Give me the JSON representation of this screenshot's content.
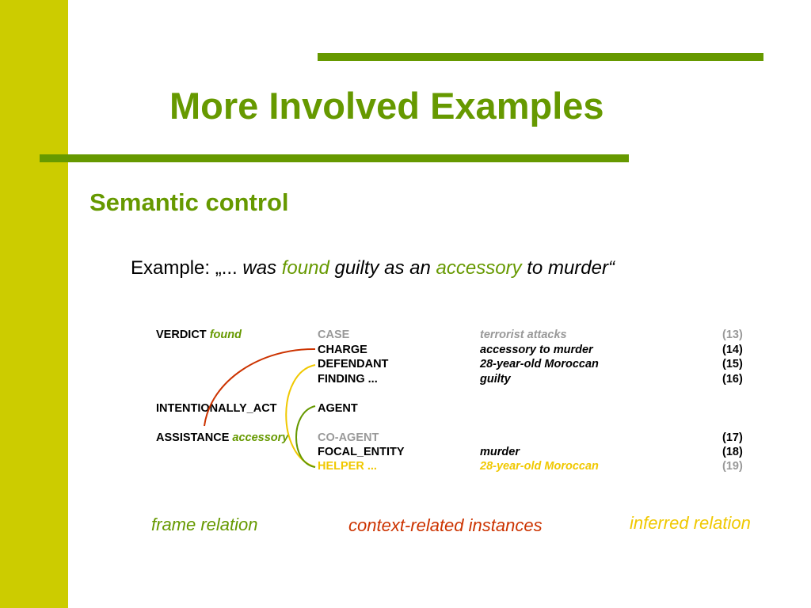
{
  "slide": {
    "title": "More Involved Examples",
    "subtitle": "Semantic control",
    "example": {
      "prefix": "Example: „... ",
      "w1": "was ",
      "w2": "found",
      "w3": " guilty as an ",
      "w4": "accessory",
      "w5": " to murder“"
    }
  },
  "table": {
    "frames": {
      "verdict": "VERDICT",
      "verdict_word": "found",
      "intent": "INTENTIONALLY_ACT",
      "assist": "ASSISTANCE",
      "assist_word": "accessory"
    },
    "rows": [
      {
        "role": "CASE",
        "filler": "terrorist attacks",
        "num": "(13)"
      },
      {
        "role": "CHARGE",
        "filler": "accessory to murder",
        "num": "(14)"
      },
      {
        "role": "DEFENDANT",
        "filler": "28-year-old Moroccan",
        "num": "(15)"
      },
      {
        "role": "FINDING ...",
        "filler": "guilty",
        "num": "(16)"
      },
      {
        "role": "AGENT",
        "filler": "",
        "num": ""
      },
      {
        "role": "CO-AGENT",
        "filler": "",
        "num": "(17)"
      },
      {
        "role": "FOCAL_ENTITY",
        "filler": "murder",
        "num": "(18)"
      },
      {
        "role": "HELPER ...",
        "filler": "28-year-old Moroccan",
        "num": "(19)"
      }
    ]
  },
  "legend": {
    "frame_relation": "frame relation",
    "context_instances": "context-related instances",
    "inferred_relation": "inferred relation"
  },
  "colors": {
    "sidebar": "#cccc00",
    "accent_green": "#669900",
    "context_red": "#cc3300",
    "inferred_yellow": "#f0c800",
    "muted_gray": "#999999"
  }
}
